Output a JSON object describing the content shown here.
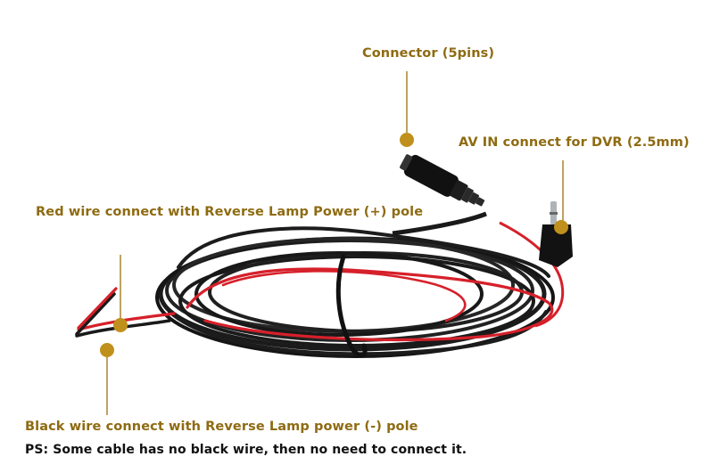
{
  "labels": {
    "connector": "Connector (5pins)",
    "av_in": "AV IN connect for DVR (2.5mm)",
    "red_wire": "Red wire connect with Reverse Lamp Power (+) pole",
    "black_wire": "Black wire connect with Reverse Lamp power (-) pole",
    "note": "PS: Some cable has no black wire, then no need to connect it."
  },
  "colors": {
    "label_text": "#8e6b12",
    "marker": "#c0901c",
    "cable": "#1a1a1a",
    "red_wire": "#d6202a",
    "note_text": "#111111"
  },
  "icons": [
    "marker-dot-icon"
  ]
}
